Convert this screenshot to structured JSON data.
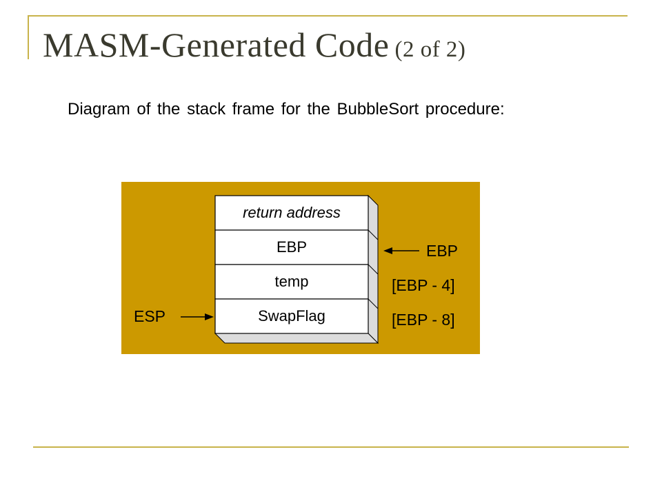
{
  "slide": {
    "title_main": "MASM-Generated Code",
    "title_sub": "(2 of 2)",
    "description": "Diagram of the stack frame for the BubbleSort procedure:"
  },
  "diagram": {
    "background_color": "#cc9900",
    "cells": [
      {
        "label": "return address",
        "italic": true
      },
      {
        "label": "EBP",
        "italic": false
      },
      {
        "label": "temp",
        "italic": false
      },
      {
        "label": "SwapFlag",
        "italic": false
      }
    ],
    "right_labels": [
      "EBP",
      "[EBP - 4]",
      "[EBP - 8]"
    ],
    "left_pointer_label": "ESP"
  }
}
